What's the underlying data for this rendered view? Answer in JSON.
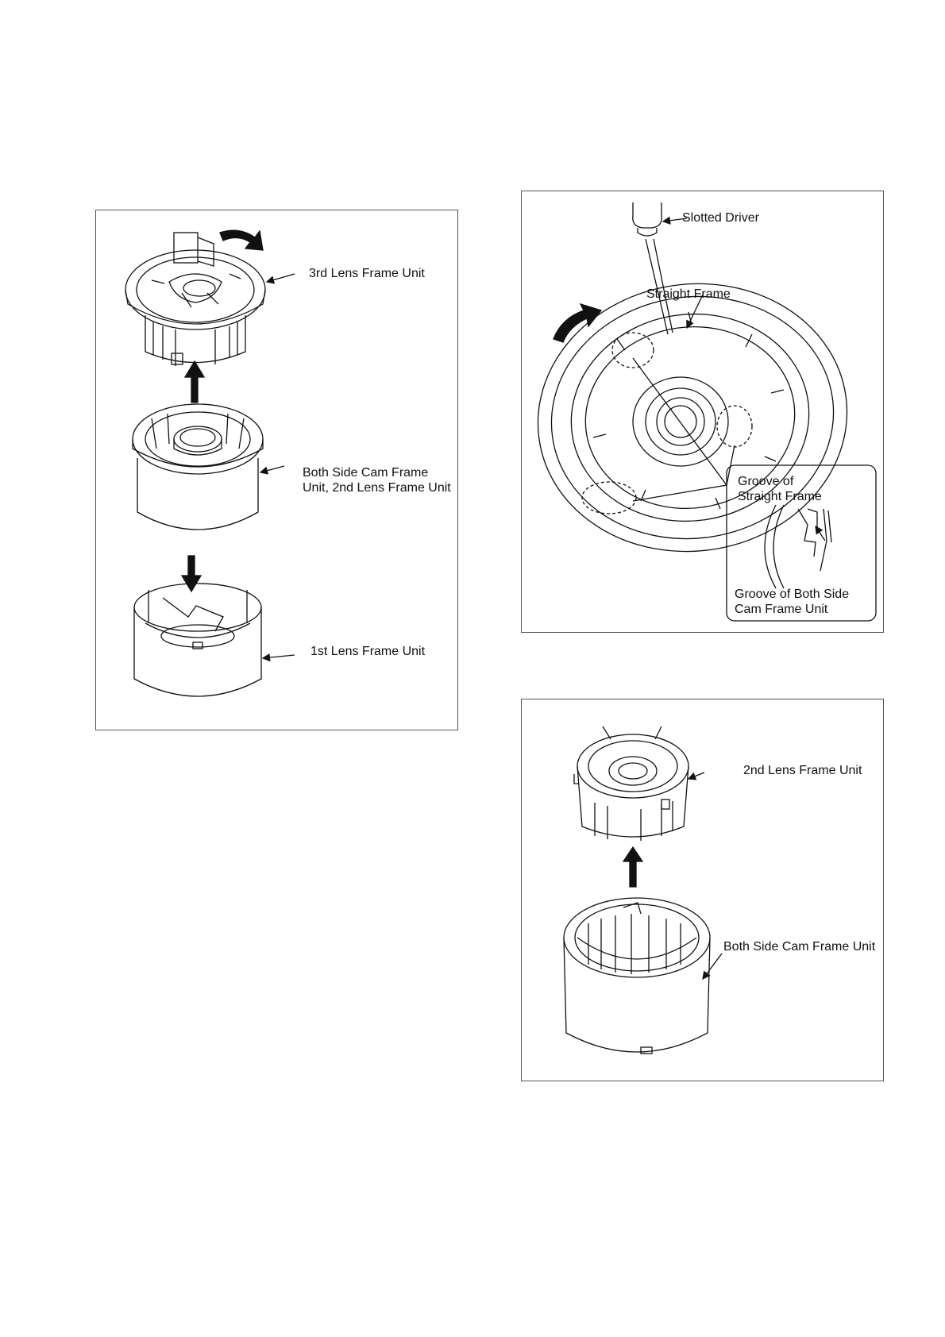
{
  "panels": [
    {
      "id": "disassembly-overview",
      "labels": {
        "third_lens_frame": "3rd Lens Frame Unit",
        "cam_frame_line1": "Both Side Cam Frame",
        "cam_frame_line2": "Unit, 2nd Lens Frame Unit",
        "first_lens_frame": "1st Lens Frame Unit"
      }
    },
    {
      "id": "straight-frame-removal",
      "labels": {
        "slotted_driver": "Slotted Driver",
        "straight_frame": "Straight Frame",
        "groove_straight_line1": "Groove of",
        "groove_straight_line2": "Straight Frame",
        "groove_cam_line1": "Groove of Both Side",
        "groove_cam_line2": "Cam Frame Unit"
      }
    },
    {
      "id": "second-lens-frame-removal",
      "labels": {
        "second_lens_frame": "2nd Lens Frame Unit",
        "both_side_cam_frame": "Both Side Cam Frame Unit"
      }
    }
  ],
  "colors": {
    "line": "#111111",
    "border": "#555555",
    "background": "#ffffff"
  },
  "icons": [
    "rotate-arrow-icon",
    "up-arrow-icon",
    "down-arrow-icon",
    "leader-arrow-icon"
  ]
}
